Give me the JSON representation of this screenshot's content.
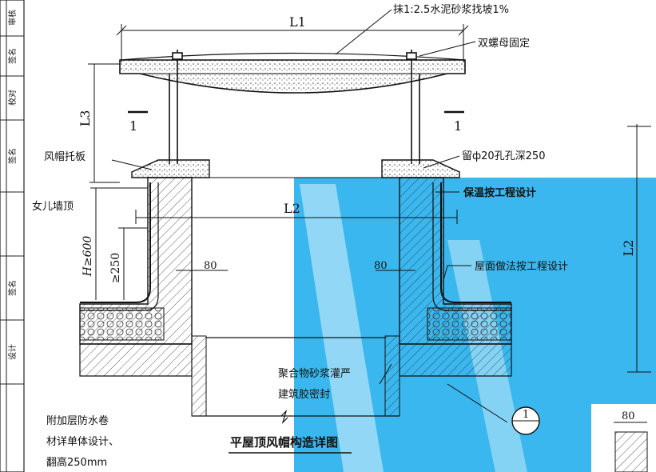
{
  "strip": {
    "cells": [
      "审核",
      "校对",
      "设计",
      "签名",
      "签名",
      "签名"
    ]
  },
  "labels": {
    "slope_note": "抹1:2.5水泥砂浆找坡1%",
    "double_nut": "双螺母固定",
    "hood_plate": "风帽托板",
    "hole_note": "留ф20孔孔深250",
    "insulation": "保温按工程设计",
    "parapet_top": "女儿墙顶",
    "roof_method": "屋面做法按工程设计",
    "grout_1": "聚合物砂浆灌严",
    "grout_2": "建筑胶密封",
    "extra_1": "附加层防水卷",
    "extra_2": "材详单体设计、",
    "extra_3": "翻高250mm",
    "title": "平屋顶风帽构造详图"
  },
  "dims": {
    "l1": "L1",
    "l2": "L2",
    "l3": "L3",
    "l2_right": "L2",
    "h600": "H≥600",
    "d250": "≥250",
    "d80_left": "80",
    "d80_right": "80",
    "d80_bottom": "80"
  },
  "section": {
    "mark": "1",
    "left": "1",
    "right": "1",
    "detail_num": "1"
  },
  "colors": {
    "accent_blue": "#39b7ee",
    "line": "#1a1a1a"
  }
}
